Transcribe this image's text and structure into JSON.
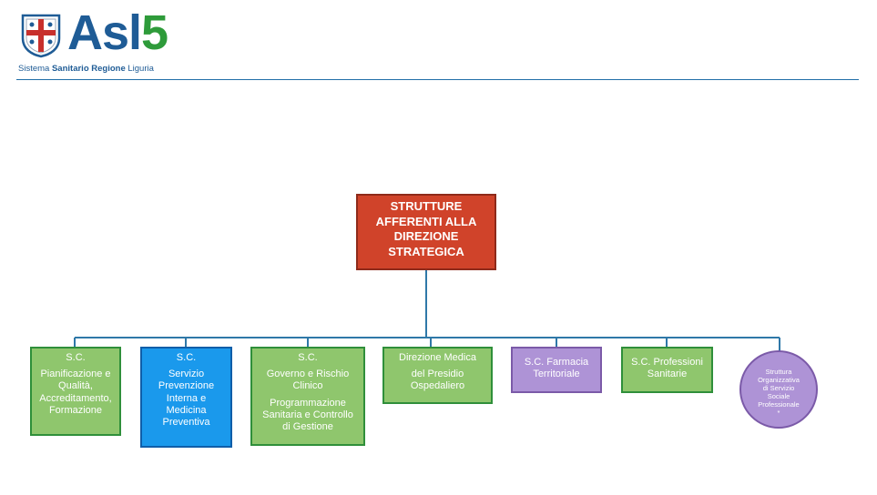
{
  "header": {
    "brand_main": "Asl",
    "brand_number": "5",
    "tagline_prefix": "Sistema",
    "tagline_strong": "Sanitario Regione",
    "tagline_suffix": "Liguria"
  },
  "colors": {
    "root_fill": "#d0432a",
    "green_fill": "#8fc66d",
    "blue_fill": "#1a99ec",
    "purple_fill": "#ae93d6",
    "connector": "#2f78a8"
  },
  "diagram": {
    "root": {
      "lines": [
        "STRUTTURE",
        "AFFERENTI ALLA",
        "DIREZIONE",
        "STRATEGICA"
      ]
    },
    "children": [
      {
        "lines": [
          "S.C.",
          "Pianificazione e",
          "Qualità,",
          "Accreditamento,",
          "Formazione"
        ]
      },
      {
        "lines": [
          "S.C.",
          "Servizio",
          "Prevenzione",
          "Interna e",
          "Medicina",
          "Preventiva"
        ]
      },
      {
        "lines": [
          "S.C.",
          "Governo e Rischio",
          "Clinico",
          "Programmazione",
          "Sanitaria e Controllo",
          "di Gestione"
        ]
      },
      {
        "lines": [
          "Direzione Medica",
          "del Presidio",
          "Ospedaliero"
        ]
      },
      {
        "lines": [
          "S.C. Farmacia",
          "Territoriale"
        ]
      },
      {
        "lines": [
          "S.C. Professioni",
          "Sanitarie"
        ]
      },
      {
        "lines": [
          "Struttura",
          "Organizzativa",
          "di Servizio",
          "Sociale",
          "Professionale",
          "*"
        ]
      }
    ]
  }
}
